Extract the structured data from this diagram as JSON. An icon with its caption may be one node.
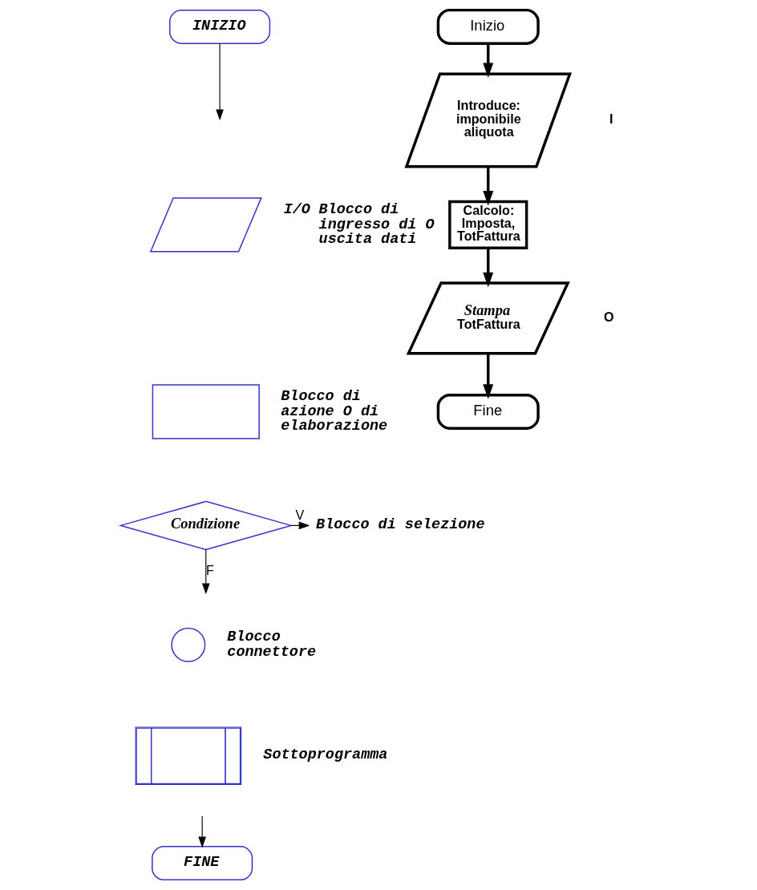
{
  "diagram": {
    "nodes": [
      {
        "text": [
          "INIZIO"
        ]
      },
      {
        "text": [],
        "shape": "parallelogram",
        "beside": [
          "I/O",
          "Blocco di ingresso di O uscita dati"
        ]
      },
      {
        "text": [],
        "shape": "box",
        "beside": [
          "Blocco di azione O di elaborazione"
        ]
      },
      {
        "text": [
          "Condizione"
        ]
      },
      {
        "text": [
          "Blocco di selezione"
        ]
      },
      {
        "text": [],
        "shape": "circle",
        "beside": [
          "Blocco connettore"
        ]
      },
      {
        "text": [],
        "shape": "box",
        "beside": [
          "Sottoprogramma"
        ]
      },
      {
        "text": [
          "FINE"
        ]
      },
      {
        "text": [
          "Inizio"
        ]
      },
      {
        "text": [
          "Introduce: imponibile aliquota"
        ],
        "beside": [
          "I"
        ]
      },
      {
        "text": [
          "Calcolo: Imposta, TotFattura"
        ]
      },
      {
        "text": [
          "Stampa",
          "TotFattura"
        ],
        "beside": [
          "O"
        ]
      },
      {
        "text": [
          "Fine"
        ]
      }
    ],
    "edges": [
      {
        "from": 0,
        "to": null,
        "arrow": "to"
      },
      {
        "from": 3,
        "to": 4,
        "arrow": "to",
        "label": "V"
      },
      {
        "from": 3,
        "to": null,
        "arrow": "to",
        "label": "F"
      },
      {
        "from": null,
        "to": 7,
        "arrow": "to"
      },
      {
        "from": 8,
        "to": 9,
        "arrow": "to",
        "style": "thick"
      },
      {
        "from": 9,
        "to": 10,
        "arrow": "to",
        "style": "thick"
      },
      {
        "from": 10,
        "to": 11,
        "arrow": "to",
        "style": "thick"
      },
      {
        "from": 11,
        "to": 12,
        "arrow": "to",
        "style": "thick"
      }
    ]
  }
}
